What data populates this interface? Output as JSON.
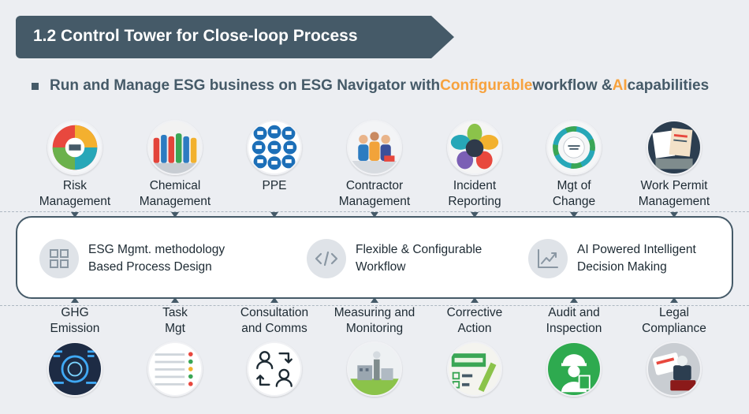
{
  "title": "1.2 Control Tower for Close-loop Process",
  "subtitle": {
    "part1": "Run and Manage ESG business on ESG Navigator with ",
    "accent1": "Configurable",
    "part2": " workflow & ",
    "accent2": "AI",
    "part3": " capabilities"
  },
  "colors": {
    "primary": "#455a68",
    "accent": "#f7a23e",
    "background": "#eceef2"
  },
  "top_modules": [
    {
      "line1": "Risk",
      "line2": "Management",
      "icon": "risk-management-wheel-icon"
    },
    {
      "line1": "Chemical",
      "line2": "Management",
      "icon": "chemical-bottles-icon"
    },
    {
      "line1": "PPE",
      "line2": "",
      "icon": "ppe-safety-signs-icon"
    },
    {
      "line1": "Contractor",
      "line2": "Management",
      "icon": "contractor-workers-icon"
    },
    {
      "line1": "Incident",
      "line2": "Reporting",
      "icon": "incident-reporting-flower-icon"
    },
    {
      "line1": "Mgt of",
      "line2": "Change",
      "icon": "change-management-cycle-icon"
    },
    {
      "line1": "Work Permit",
      "line2": "Management",
      "icon": "work-permit-documents-icon"
    }
  ],
  "features": [
    {
      "line1": "ESG Mgmt. methodology",
      "line2": "Based Process Design",
      "icon": "grid-icon"
    },
    {
      "line1": "Flexible & Configurable",
      "line2": "Workflow",
      "icon": "code-icon"
    },
    {
      "line1": "AI Powered Intelligent",
      "line2": "Decision Making",
      "icon": "chart-trend-icon"
    }
  ],
  "bottom_modules": [
    {
      "line1": "GHG",
      "line2": "Emission",
      "icon": "ghg-dashboard-icon"
    },
    {
      "line1": "Task",
      "line2": "Mgt",
      "icon": "task-list-icon"
    },
    {
      "line1": "Consultation",
      "line2": "and Comms",
      "icon": "consultation-people-icon"
    },
    {
      "line1": "Measuring and",
      "line2": "Monitoring",
      "icon": "factory-monitoring-icon"
    },
    {
      "line1": "Corrective",
      "line2": "Action",
      "icon": "action-checklist-icon"
    },
    {
      "line1": "Audit and",
      "line2": "Inspection",
      "icon": "inspector-clipboard-icon"
    },
    {
      "line1": "Legal",
      "line2": "Compliance",
      "icon": "compliance-stamp-icon"
    }
  ]
}
